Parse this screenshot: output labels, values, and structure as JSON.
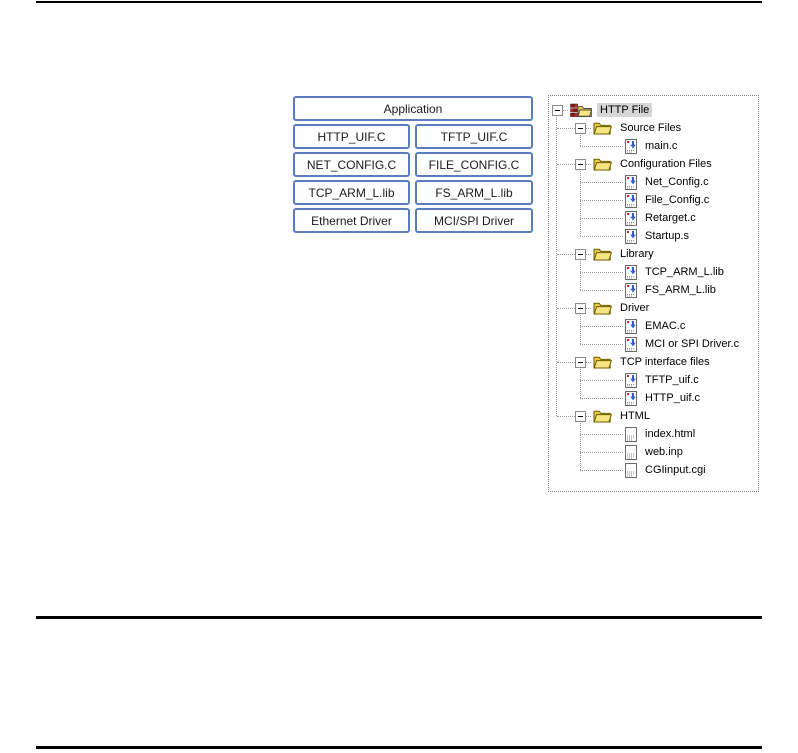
{
  "colors": {
    "rule_black": "#000000",
    "diagram_border": "#5b7cbe",
    "selection_bg": "#d6d6d6",
    "folder_yellow": "#e8c93f",
    "folder_yellow_light": "#f6e681",
    "brick_dark_red": "#8b1a1a",
    "brick_red": "#c03030",
    "file_arrow_blue": "#3a5bc7",
    "file_mark_red": "#cc2222"
  },
  "diagram": {
    "boxes": [
      "Application",
      "HTTP_UIF.C",
      "TFTP_UIF.C",
      "NET_CONFIG.C",
      "FILE_CONFIG.C",
      "TCP_ARM_L.lib",
      "FS_ARM_L.lib",
      "Ethernet Driver",
      "MCI/SPI Driver"
    ]
  },
  "tree": {
    "icons": {
      "root": "project-target-icon",
      "folder": "open-folder-icon",
      "file_c": "source-file-icon",
      "file_doc": "text-file-icon",
      "expander": "collapse-minus-icon"
    },
    "items": [
      {
        "label": "HTTP File",
        "type": "root",
        "level": 0,
        "selected": true
      },
      {
        "label": "Source Files",
        "type": "folder",
        "level": 1
      },
      {
        "label": "main.c",
        "type": "file-c",
        "level": 2
      },
      {
        "label": "Configuration Files",
        "type": "folder",
        "level": 1
      },
      {
        "label": "Net_Config.c",
        "type": "file-c",
        "level": 2
      },
      {
        "label": "File_Config.c",
        "type": "file-c",
        "level": 2
      },
      {
        "label": "Retarget.c",
        "type": "file-c",
        "level": 2
      },
      {
        "label": "Startup.s",
        "type": "file-c",
        "level": 2
      },
      {
        "label": "Library",
        "type": "folder",
        "level": 1
      },
      {
        "label": "TCP_ARM_L.lib",
        "type": "file-c",
        "level": 2
      },
      {
        "label": "FS_ARM_L.lib",
        "type": "file-c",
        "level": 2
      },
      {
        "label": "Driver",
        "type": "folder",
        "level": 1
      },
      {
        "label": "EMAC.c",
        "type": "file-c",
        "level": 2
      },
      {
        "label": "MCI or SPI Driver.c",
        "type": "file-c",
        "level": 2
      },
      {
        "label": "TCP interface files",
        "type": "folder",
        "level": 1
      },
      {
        "label": "TFTP_uif.c",
        "type": "file-c",
        "level": 2
      },
      {
        "label": "HTTP_uif.c",
        "type": "file-c",
        "level": 2
      },
      {
        "label": "HTML",
        "type": "folder",
        "level": 1
      },
      {
        "label": "index.html",
        "type": "file-doc",
        "level": 2
      },
      {
        "label": "web.inp",
        "type": "file-doc",
        "level": 2
      },
      {
        "label": "CGIinput.cgi",
        "type": "file-doc",
        "level": 2
      }
    ]
  }
}
